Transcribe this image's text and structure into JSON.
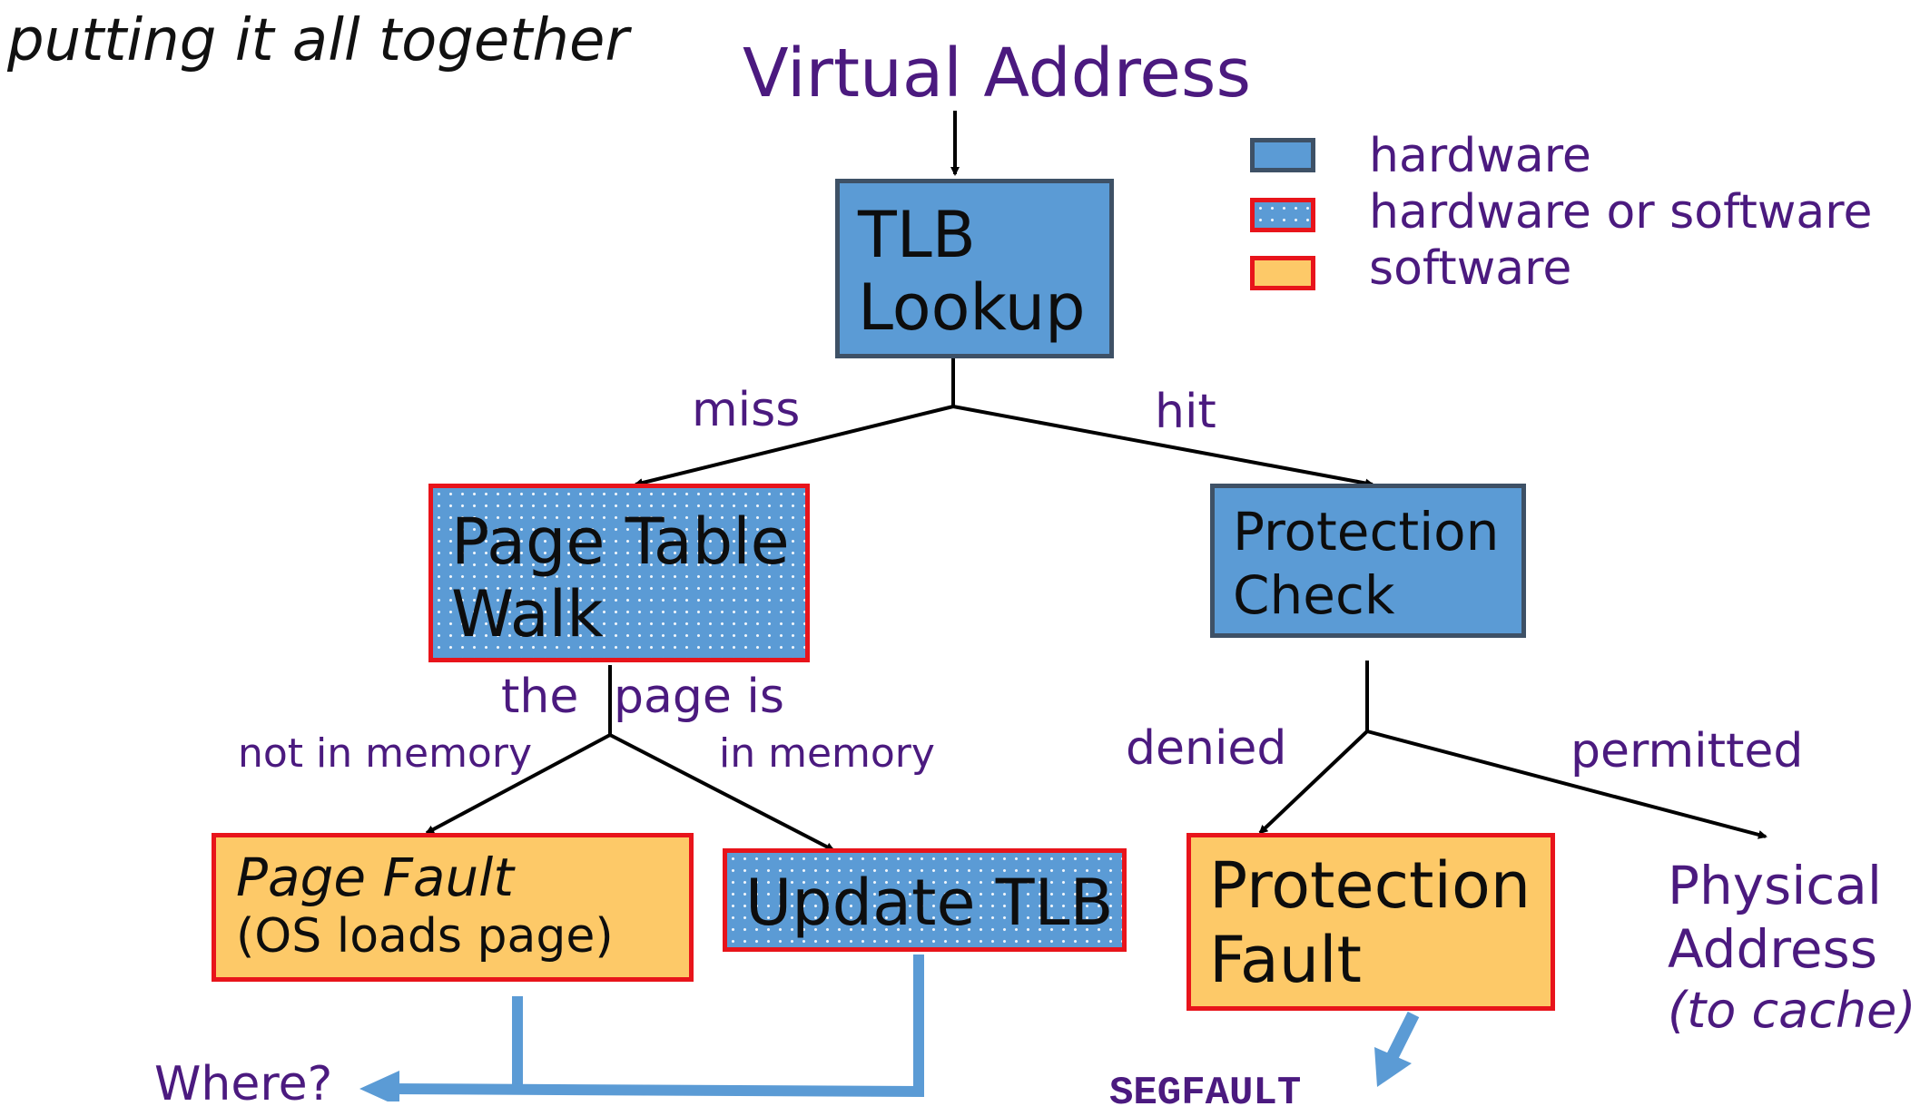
{
  "heading": "putting it all together",
  "virtual_address": "Virtual Address",
  "legend": [
    {
      "label": "hardware"
    },
    {
      "label": "hardware or software"
    },
    {
      "label": "software"
    }
  ],
  "nodes": {
    "tlb_lookup": {
      "line1": "TLB",
      "line2": "Lookup"
    },
    "page_table_walk": {
      "line1": "Page Table",
      "line2": "Walk"
    },
    "protection_check": {
      "line1": "Protection",
      "line2": "Check"
    },
    "page_fault": {
      "line1": "Page Fault",
      "line2": "(OS loads page)"
    },
    "update_tlb": {
      "line1": "Update TLB"
    },
    "protection_fault": {
      "line1": "Protection",
      "line2": "Fault"
    }
  },
  "edge_labels": {
    "miss": "miss",
    "hit": "hit",
    "the": "the",
    "page_is": "page is",
    "not_in_memory": "not in memory",
    "in_memory": "in memory",
    "denied": "denied",
    "permitted": "permitted"
  },
  "outputs": {
    "where": "Where?",
    "segfault": "SEGFAULT",
    "physical_address_line1": "Physical",
    "physical_address_line2": "Address",
    "physical_address_note": "(to cache)"
  },
  "colors": {
    "hardware": "#5b9bd5",
    "hardware_border": "#3e5166",
    "software": "#fdc968",
    "sw_border": "#e8141b",
    "label_text": "#4b1a7f",
    "flow_arrow": "#5b9bd5"
  }
}
